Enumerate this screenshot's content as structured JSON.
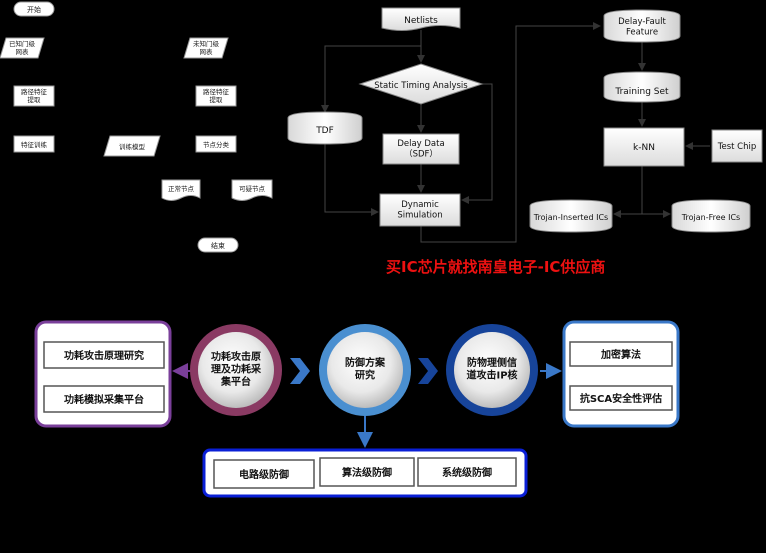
{
  "flowchart_left": {
    "start": "开始",
    "known_netlist": "已知门级\n网表",
    "unknown_netlist": "未知门级\n网表",
    "path_feature_extract_a": "路径特征\n提取",
    "path_feature_extract_b": "路径特征\n提取",
    "feature_training": "特征训练",
    "train_model": "训练模型",
    "node_classify": "节点分类",
    "normal_node": "正常节点",
    "suspicious_node": "可疑节点",
    "end": "结束"
  },
  "flowchart_right": {
    "netlists": "Netlists",
    "sta": "Static Timing Analysis",
    "tdf": "TDF",
    "delay_data": "Delay Data\n（SDF）",
    "dynamic_sim": "Dynamic\nSimulation",
    "delay_fault_feature": "Delay-Fault\nFeature",
    "training_set": "Training Set",
    "knn": "k-NN",
    "test_chip": "Test Chip",
    "trojan_inserted": "Trojan-Inserted ICs",
    "trojan_free": "Trojan-Free ICs"
  },
  "watermark": "买IC芯片就找南皇电子-IC供应商",
  "roadmap": {
    "left_box": [
      "功耗攻击原理研究",
      "功耗模拟采集平台"
    ],
    "circle1": "功耗攻击原\n理及功耗采\n集平台",
    "circle2": "防御方案\n研究",
    "circle3": "防物理侧信\n道攻击IP核",
    "right_box": [
      "加密算法",
      "抗SCA安全性评估"
    ],
    "bottom_box": [
      "电路级防御",
      "算法级防御",
      "系统级防御"
    ]
  },
  "colors": {
    "background": "#000000",
    "watermark": "#ee1111",
    "purple": "#7a3f9a",
    "blue_dark": "#0a1fd6",
    "blue_mid": "#3a78c8",
    "circle1": "#8a3a63",
    "circle2": "#4a8fd0",
    "circle3": "#17449a"
  }
}
